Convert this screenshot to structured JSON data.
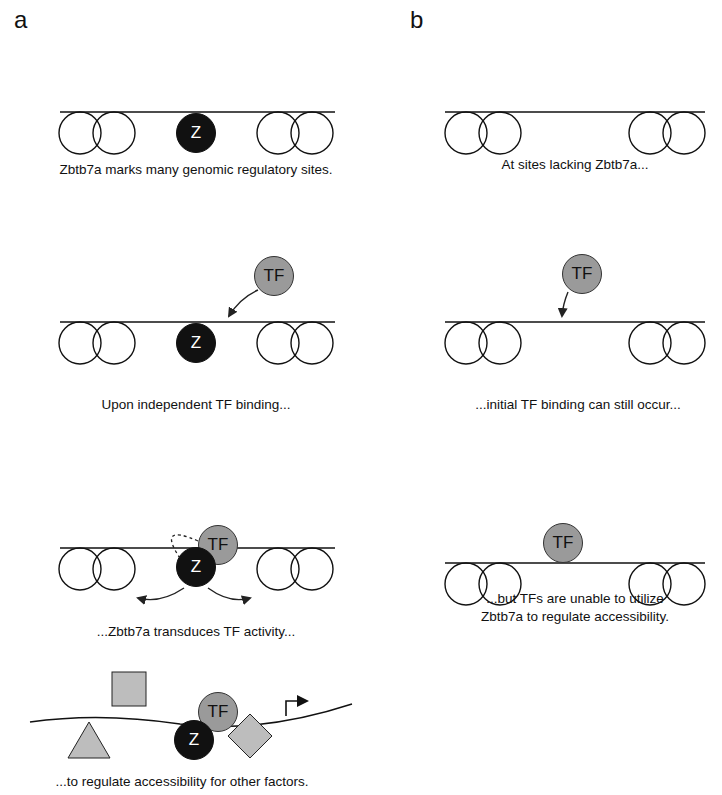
{
  "diagram": {
    "nodes": [
      {
        "text": [
          "Z"
        ]
      },
      {
        "text": [
          "TF"
        ]
      },
      {
        "text": [
          "Z"
        ]
      },
      {
        "text": [
          "TF"
        ]
      },
      {
        "text": [
          "Z"
        ]
      },
      {
        "text": [
          "TF"
        ]
      },
      {
        "text": [
          "Z"
        ]
      },
      {
        "text": [
          "TF"
        ]
      },
      {
        "text": [
          "TF"
        ]
      }
    ],
    "edges": [
      {
        "from": 3,
        "to": 4,
        "arrow": "none"
      }
    ],
    "labels": [
      "a",
      "b",
      "Zbtb7a marks many genomic regulatory sites.",
      "Upon independent TF binding...",
      "...Zbtb7a transduces TF activity...",
      "...to regulate accessibility for other factors.",
      "At sites lacking Zbtb7a...",
      "...initial TF binding can still occur...",
      "...but TFs are unable to utilize Zbtb7a to regulate accessibility."
    ]
  }
}
